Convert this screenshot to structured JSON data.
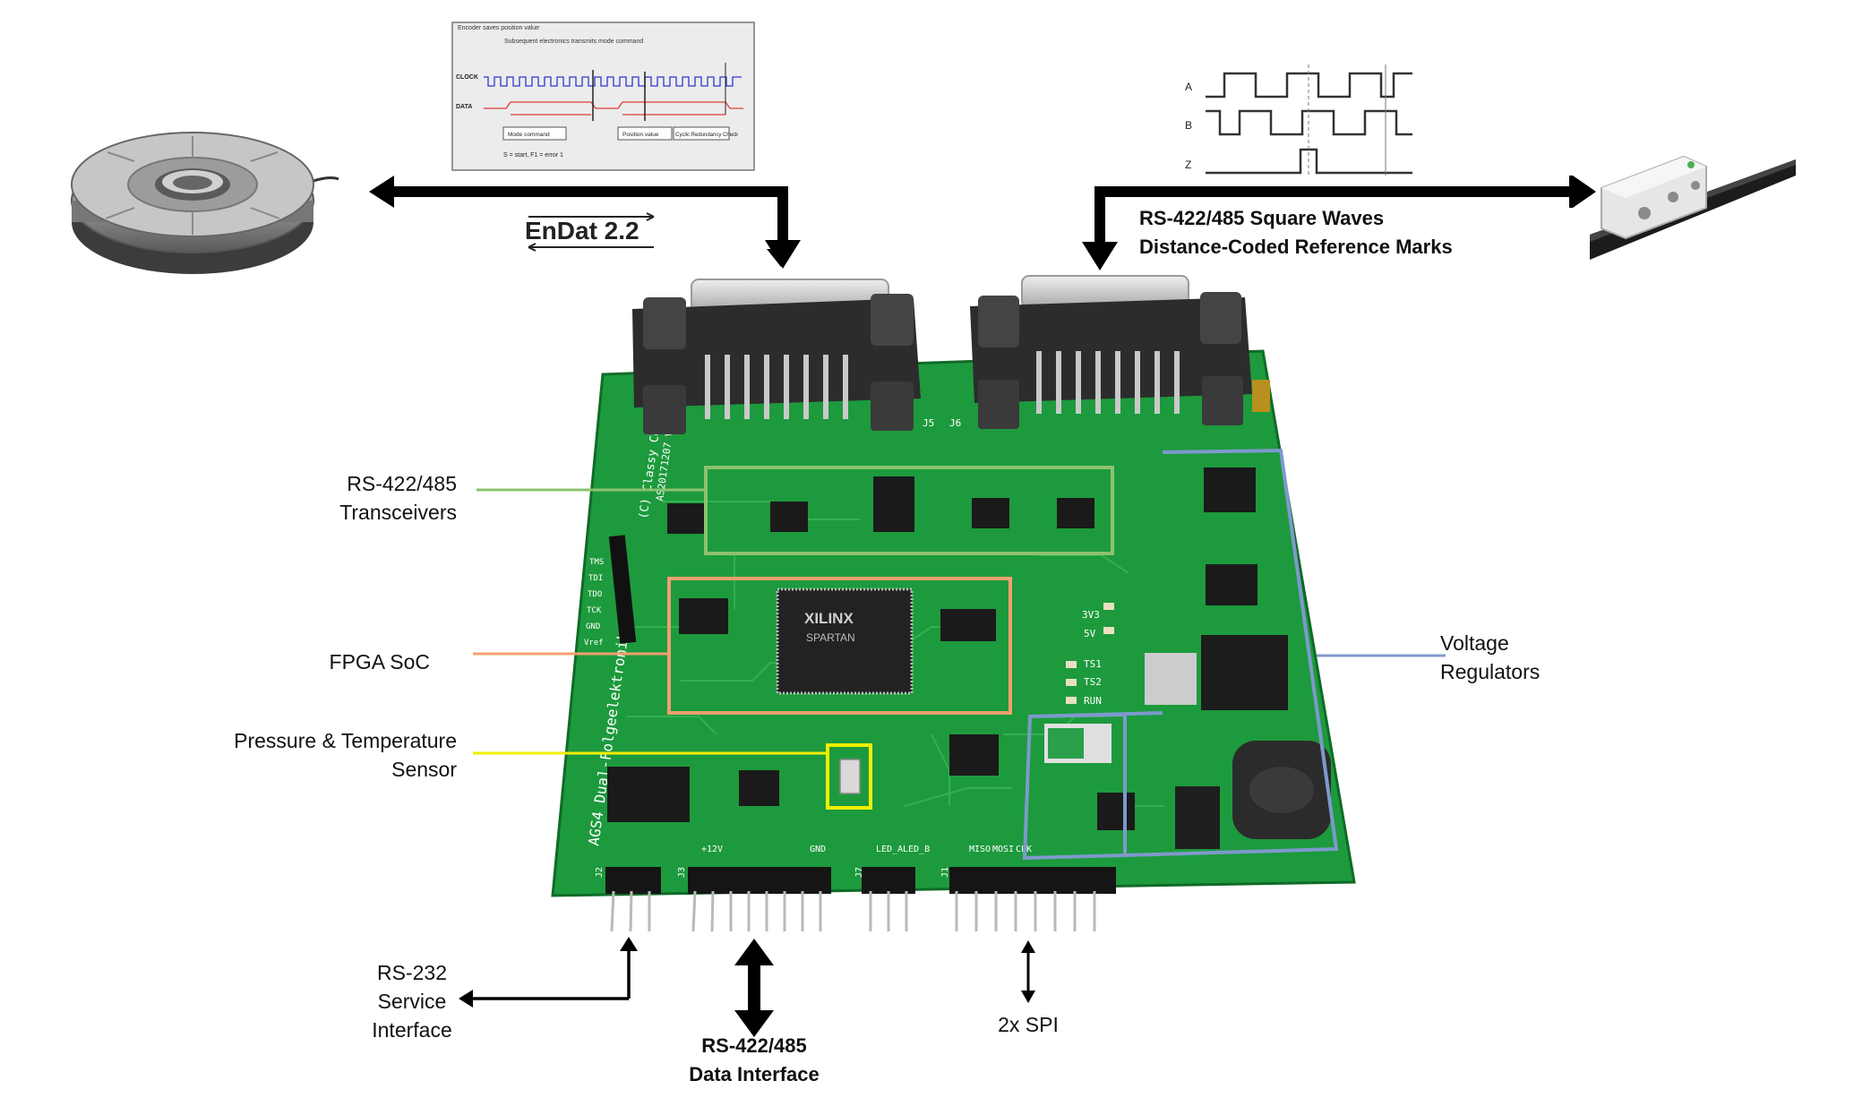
{
  "labels": {
    "protocol": "EnDat 2.2",
    "square_waves_line1": "RS-422/485 Square Waves",
    "square_waves_line2": "Distance-Coded Reference Marks",
    "transceivers_line1": "RS-422/485",
    "transceivers_line2": "Transceivers",
    "fpga": "FPGA SoC",
    "sensor_line1": "Pressure & Temperature",
    "sensor_line2": "Sensor",
    "regulators_line1": "Voltage",
    "regulators_line2": "Regulators",
    "rs232_line1": "RS-232",
    "rs232_line2": "Service",
    "rs232_line3": "Interface",
    "data_iface_line1": "RS-422/485",
    "data_iface_line2": "Data Interface",
    "spi": "2x SPI"
  },
  "timing_diagram": {
    "note_encoder": "Encoder saves position value",
    "note_subsequent": "Subsequent electronics transmits mode command",
    "clock_label": "CLOCK",
    "data_label": "DATA",
    "box_mode": "Mode command",
    "box_position": "Position value",
    "box_crc": "Cyclic Redundancy Check",
    "legend": "S = start, F1 = error 1"
  },
  "waveform": {
    "channels": [
      "A",
      "B",
      "Z"
    ]
  },
  "board": {
    "chip_brand": "XILINX",
    "chip_family": "SPARTAN",
    "board_name": "AGS4 Dual-Folgeelektronik",
    "copyright": "(C) Classy Code 2017",
    "revision": "AS20171207 V1.1",
    "connector_j5": "J5",
    "connector_j6": "J6",
    "jtag_pins": [
      "TMS",
      "TDI",
      "TDO",
      "TCK",
      "GND",
      "Vref"
    ],
    "led_labels": [
      "TS1",
      "TS2",
      "RUN"
    ],
    "rails": [
      "3V3",
      "5V"
    ],
    "header_labels": [
      "+12V",
      "GND",
      "LED_A",
      "LED_B",
      "MISO",
      "MOSI",
      "CLK"
    ],
    "header_refs": [
      "J2",
      "J3",
      "J7",
      "J1"
    ]
  },
  "colors": {
    "transceivers": "#8dc26f",
    "fpga": "#f0a070",
    "sensor": "#f2ee00",
    "regulators": "#7e99cc",
    "pcb": "#1d9a3d"
  }
}
